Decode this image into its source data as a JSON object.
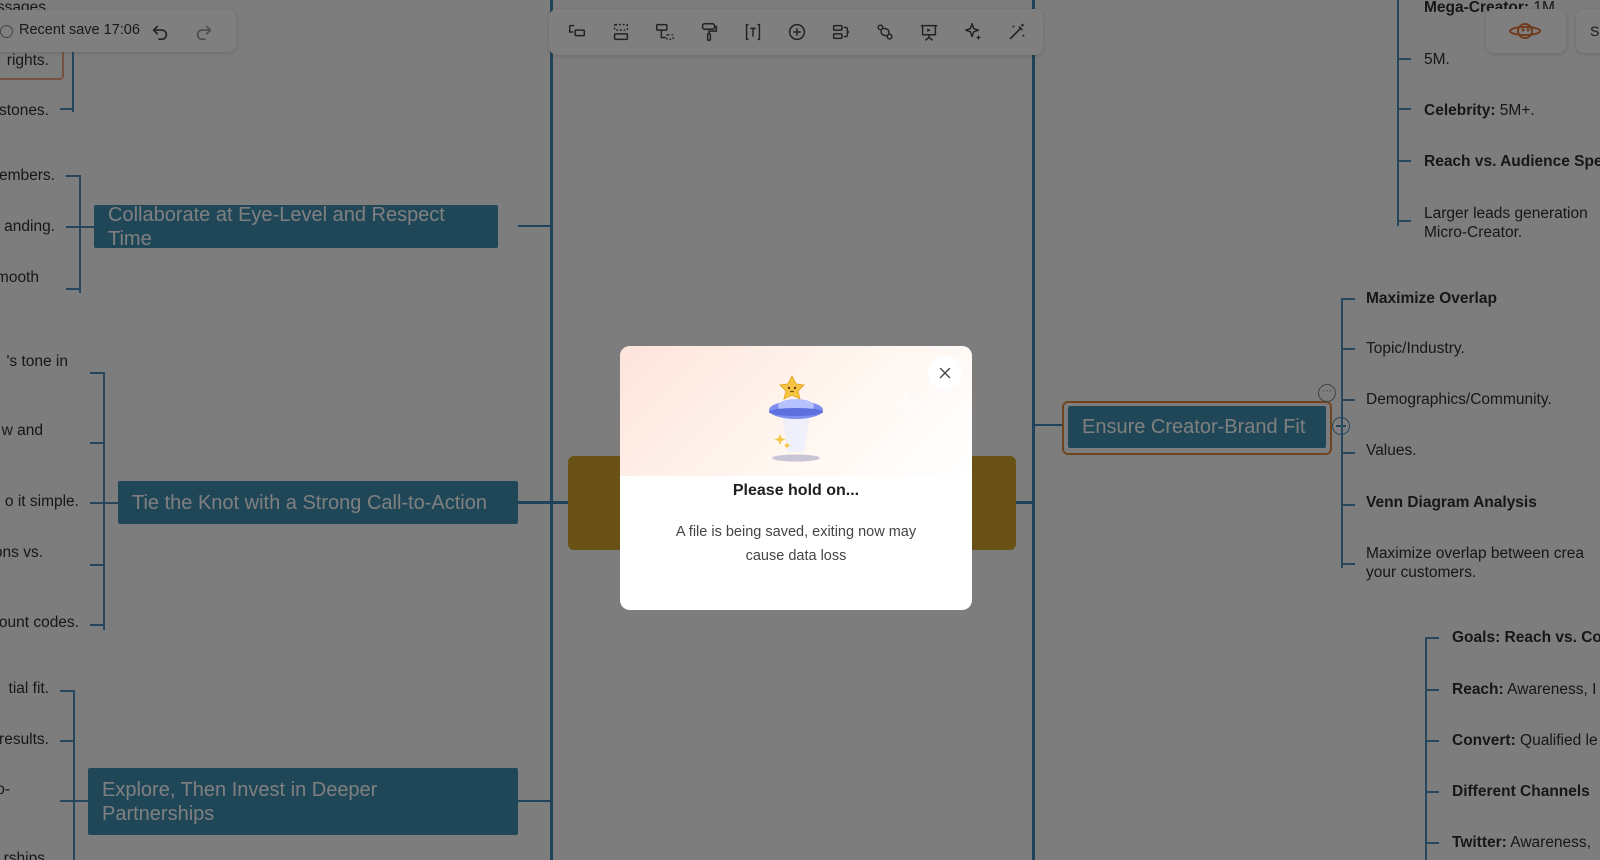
{
  "save_status": {
    "label": "Recent save 17:06"
  },
  "toolbar": {
    "items": [
      {
        "icon": "insert-child-icon"
      },
      {
        "icon": "insert-sibling-icon"
      },
      {
        "icon": "insert-parent-icon"
      },
      {
        "icon": "format-painter-icon"
      },
      {
        "icon": "text-box-icon"
      },
      {
        "icon": "add-topic-icon"
      },
      {
        "icon": "summary-icon"
      },
      {
        "icon": "relationship-icon"
      },
      {
        "icon": "presentation-icon"
      },
      {
        "icon": "ai-sparkle-icon"
      },
      {
        "icon": "magic-wand-icon"
      }
    ]
  },
  "share_button": {
    "label": "Sh"
  },
  "mindmap": {
    "left_topics": [
      {
        "label": "Collaborate at Eye-Level and Respect Time"
      },
      {
        "label": "Tie the Knot with a Strong Call-to-Action"
      },
      {
        "label": "Explore, Then Invest in Deeper Partnerships"
      }
    ],
    "left_leaves": [
      "ssages",
      "rights.",
      "stones.",
      "embers.",
      "anding.",
      "mooth",
      "'s tone in",
      "w and",
      "o it simple.",
      "ons vs.",
      "ount codes.",
      "tial fit.",
      "results.",
      "o-",
      "rships"
    ],
    "right_topic": {
      "label": "Ensure Creator-Brand Fit"
    },
    "right_top_leaves": [
      {
        "bold": "Mega-Creator:",
        "text": " 1M"
      },
      {
        "bold": "",
        "text": "5M."
      },
      {
        "bold": "Celebrity:",
        "text": " 5M+."
      },
      {
        "bold": "Reach vs. Audience Spe",
        "text": ""
      },
      {
        "bold": "",
        "text": "Larger leads generation"
      },
      {
        "bold": "",
        "text": "Micro-Creator."
      }
    ],
    "fit_leaves": [
      {
        "bold": "Maximize Overlap",
        "text": ""
      },
      {
        "bold": "",
        "text": "Topic/Industry."
      },
      {
        "bold": "",
        "text": "Demographics/Community."
      },
      {
        "bold": "",
        "text": "Values."
      },
      {
        "bold": "Venn Diagram Analysis",
        "text": ""
      },
      {
        "bold": "",
        "text": "Maximize overlap between crea"
      },
      {
        "bold": "",
        "text": "your customers."
      }
    ],
    "goal_leaves": [
      {
        "bold": "Goals: Reach vs. Co",
        "text": ""
      },
      {
        "bold": "Reach:",
        "text": " Awareness, I"
      },
      {
        "bold": "Convert:",
        "text": " Qualified le"
      },
      {
        "bold": "Different Channels",
        "text": ""
      },
      {
        "bold": "Twitter:",
        "text": " Awareness,"
      }
    ]
  },
  "dialog": {
    "title": "Please hold on...",
    "message": "A file is being saved, exiting now may cause data loss",
    "illustration": "ufo-star-mascot-icon",
    "close_icon": "close-icon"
  },
  "colors": {
    "topic_fill": "#3f8fb1",
    "central_fill": "#d4a22a",
    "selected_outline": "#e08a3c",
    "branch_line": "#3d86b5",
    "overlay": "rgba(0,0,0,0.5)"
  }
}
